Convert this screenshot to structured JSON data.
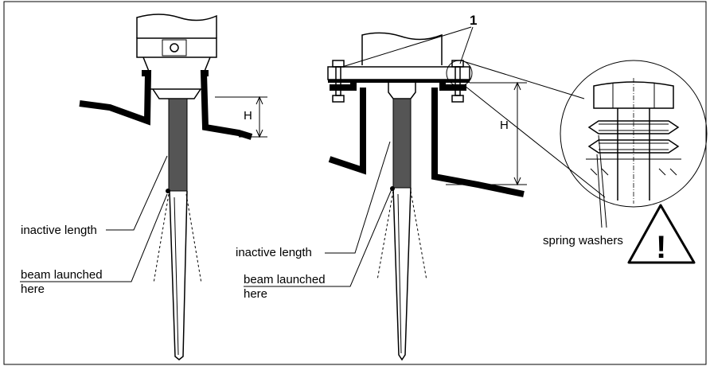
{
  "labels": {
    "left_inactive_length": "inactive length",
    "left_beam_line1": "beam launched",
    "left_beam_line2": "here",
    "left_height": "H",
    "right_inactive_length": "inactive length",
    "right_beam_line1": "beam launched",
    "right_beam_line2": "here",
    "right_height": "H",
    "callout_number": "1",
    "spring_washers": "spring washers",
    "warning_symbol": "!"
  }
}
